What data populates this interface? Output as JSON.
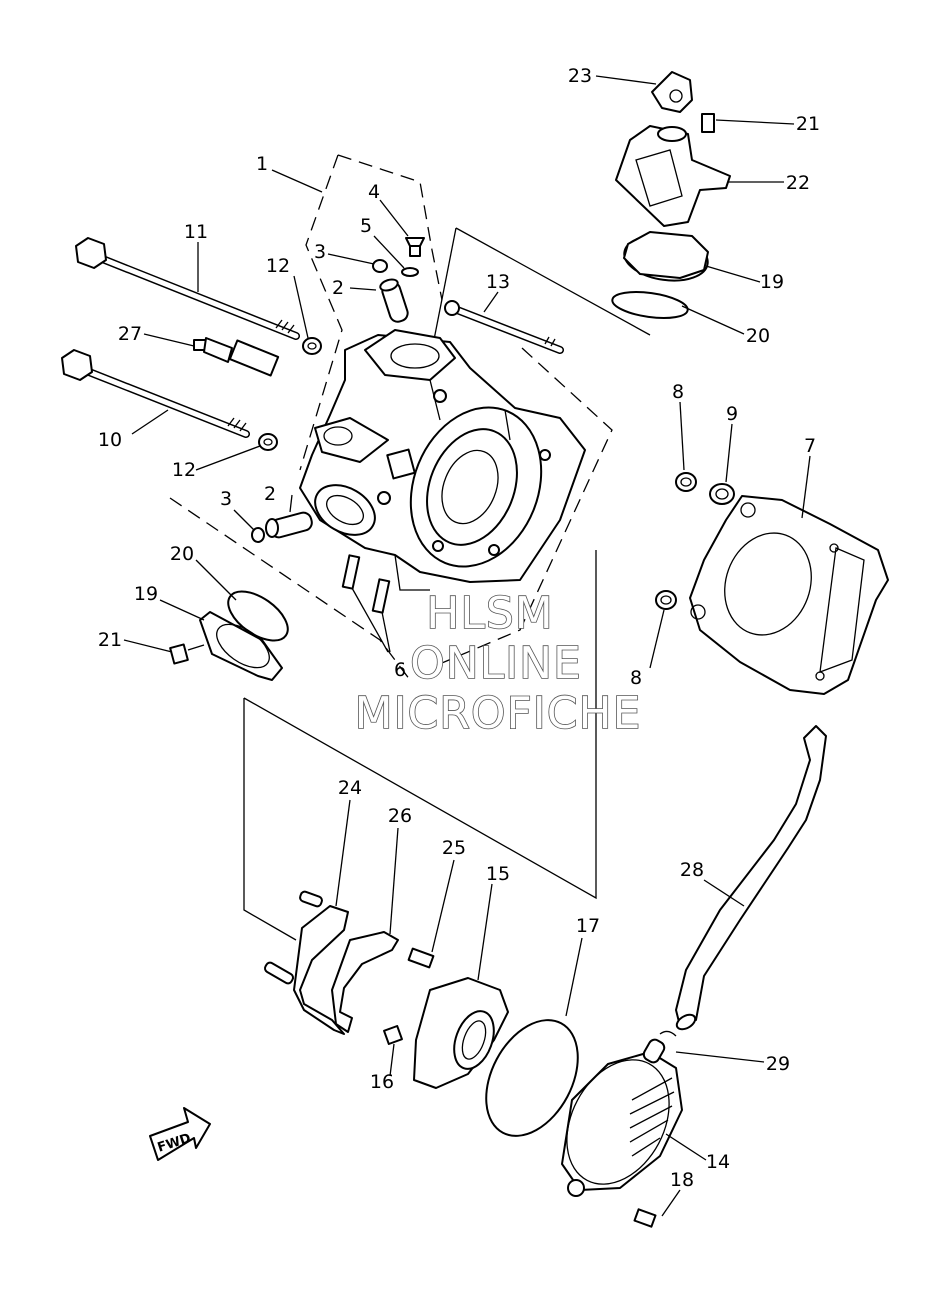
{
  "watermark": {
    "line1": "HLSM",
    "line2": "ONLINE",
    "line3": "MICROFICHE"
  },
  "fwd_label": "FWD",
  "callouts": [
    {
      "id": "1",
      "text": "1"
    },
    {
      "id": "2a",
      "text": "2"
    },
    {
      "id": "2b",
      "text": "2"
    },
    {
      "id": "3a",
      "text": "3"
    },
    {
      "id": "3b",
      "text": "3"
    },
    {
      "id": "4",
      "text": "4"
    },
    {
      "id": "5",
      "text": "5"
    },
    {
      "id": "6",
      "text": "6"
    },
    {
      "id": "7",
      "text": "7"
    },
    {
      "id": "8a",
      "text": "8"
    },
    {
      "id": "8b",
      "text": "8"
    },
    {
      "id": "9",
      "text": "9"
    },
    {
      "id": "10",
      "text": "10"
    },
    {
      "id": "11",
      "text": "11"
    },
    {
      "id": "12a",
      "text": "12"
    },
    {
      "id": "12b",
      "text": "12"
    },
    {
      "id": "13",
      "text": "13"
    },
    {
      "id": "14",
      "text": "14"
    },
    {
      "id": "15",
      "text": "15"
    },
    {
      "id": "16",
      "text": "16"
    },
    {
      "id": "17",
      "text": "17"
    },
    {
      "id": "18",
      "text": "18"
    },
    {
      "id": "19a",
      "text": "19"
    },
    {
      "id": "19b",
      "text": "19"
    },
    {
      "id": "20a",
      "text": "20"
    },
    {
      "id": "20b",
      "text": "20"
    },
    {
      "id": "21a",
      "text": "21"
    },
    {
      "id": "21b",
      "text": "21"
    },
    {
      "id": "22",
      "text": "22"
    },
    {
      "id": "23",
      "text": "23"
    },
    {
      "id": "24",
      "text": "24"
    },
    {
      "id": "25",
      "text": "25"
    },
    {
      "id": "26",
      "text": "26"
    },
    {
      "id": "27",
      "text": "27"
    },
    {
      "id": "28",
      "text": "28"
    },
    {
      "id": "29",
      "text": "29"
    }
  ]
}
